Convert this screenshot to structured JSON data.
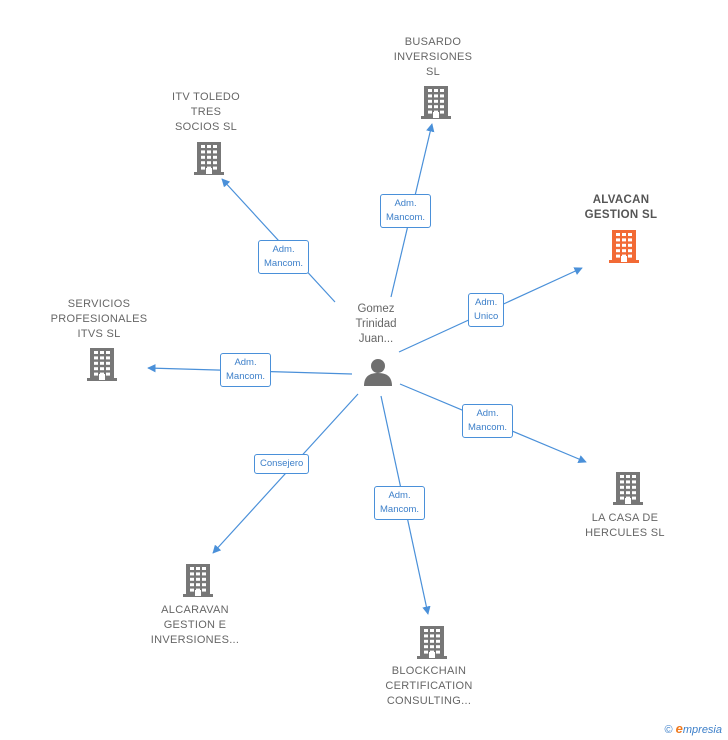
{
  "center": {
    "name_lines": [
      "Gomez",
      "Trinidad",
      "Juan..."
    ],
    "icon": "person-icon"
  },
  "companies": [
    {
      "id": "busardo",
      "lines": [
        "BUSARDO",
        "INVERSIONES",
        "SL"
      ],
      "role_lines": [
        "Adm.",
        "Mancom."
      ],
      "highlight": false
    },
    {
      "id": "itv-toledo",
      "lines": [
        "ITV TOLEDO",
        "TRES",
        "SOCIOS SL"
      ],
      "role_lines": [
        "Adm.",
        "Mancom."
      ],
      "highlight": false
    },
    {
      "id": "alvacan",
      "lines": [
        "ALVACAN",
        "GESTION  SL"
      ],
      "role_lines": [
        "Adm.",
        "Unico"
      ],
      "highlight": true
    },
    {
      "id": "servicios",
      "lines": [
        "SERVICIOS",
        "PROFESIONALES",
        "ITVS SL"
      ],
      "role_lines": [
        "Adm.",
        "Mancom."
      ],
      "highlight": false
    },
    {
      "id": "la-casa",
      "lines": [
        "LA CASA DE",
        "HERCULES  SL"
      ],
      "role_lines": [
        "Adm.",
        "Mancom."
      ],
      "highlight": false
    },
    {
      "id": "alcaravan",
      "lines": [
        "ALCARAVAN",
        "GESTION E",
        "INVERSIONES..."
      ],
      "role_lines": [
        "Consejero"
      ],
      "highlight": false
    },
    {
      "id": "blockchain",
      "lines": [
        "BLOCKCHAIN",
        "CERTIFICATION",
        "CONSULTING..."
      ],
      "role_lines": [
        "Adm.",
        "Mancom."
      ],
      "highlight": false
    }
  ],
  "colors": {
    "edge": "#4a90d9",
    "building": "#777777",
    "building_highlight": "#f26a35",
    "person": "#6f6f6f"
  },
  "footer": {
    "copyright": "©",
    "brand_first": "e",
    "brand_rest": "mpresia"
  }
}
